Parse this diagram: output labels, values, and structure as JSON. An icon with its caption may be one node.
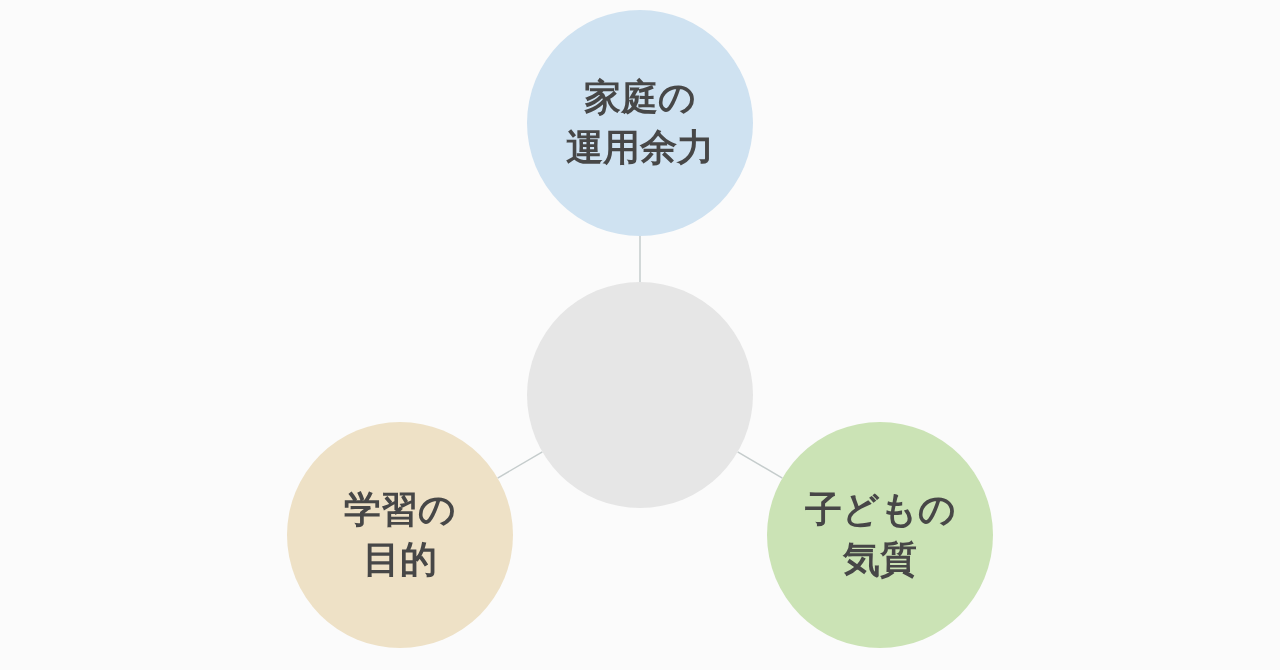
{
  "diagram": {
    "nodes": [
      {
        "text": [
          "家庭の運用余力"
        ]
      },
      {
        "text": [],
        "shape": "circle"
      },
      {
        "text": [
          "学習の目的"
        ]
      },
      {
        "text": [
          "子どもの気質"
        ]
      }
    ],
    "edges": [
      {
        "from": 1,
        "to": 0,
        "arrow": "none"
      },
      {
        "from": 1,
        "to": 2,
        "arrow": "none"
      },
      {
        "from": 1,
        "to": 3,
        "arrow": "none"
      }
    ]
  }
}
